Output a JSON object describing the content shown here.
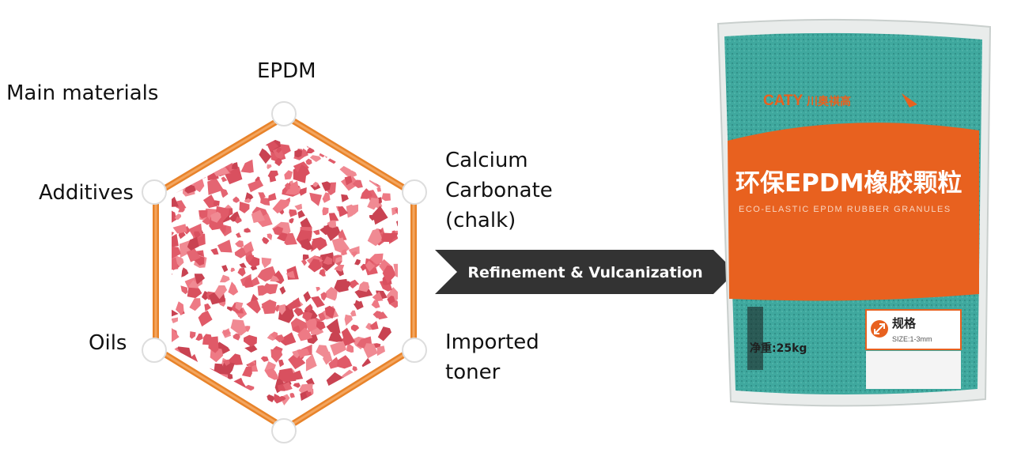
{
  "title": "Main materials",
  "materials": {
    "top": "EPDM",
    "upper_right": "Calcium\nCarbonate\n(chalk)",
    "lower_right": "Imported\ntoner",
    "upper_left": "Additives",
    "lower_left": "Oils"
  },
  "process_arrow": "Refinement & Vulcanization",
  "product_bag": {
    "brand": "CATY",
    "brand_cn": "川奥祺高",
    "title_cn": "环保EPDM橡胶颗粒",
    "subtitle_en": "ECO-ELASTIC EPDM RUBBER GRANULES",
    "weight": "净重:25kg",
    "spec_label": "规格",
    "spec_size": "SIZE:1-3mm"
  },
  "colors": {
    "hex_frame": "#E8832A",
    "granules": "#E46572",
    "bag_teal": "#3FA89E",
    "bag_orange": "#E8611F",
    "arrow": "#333333"
  }
}
